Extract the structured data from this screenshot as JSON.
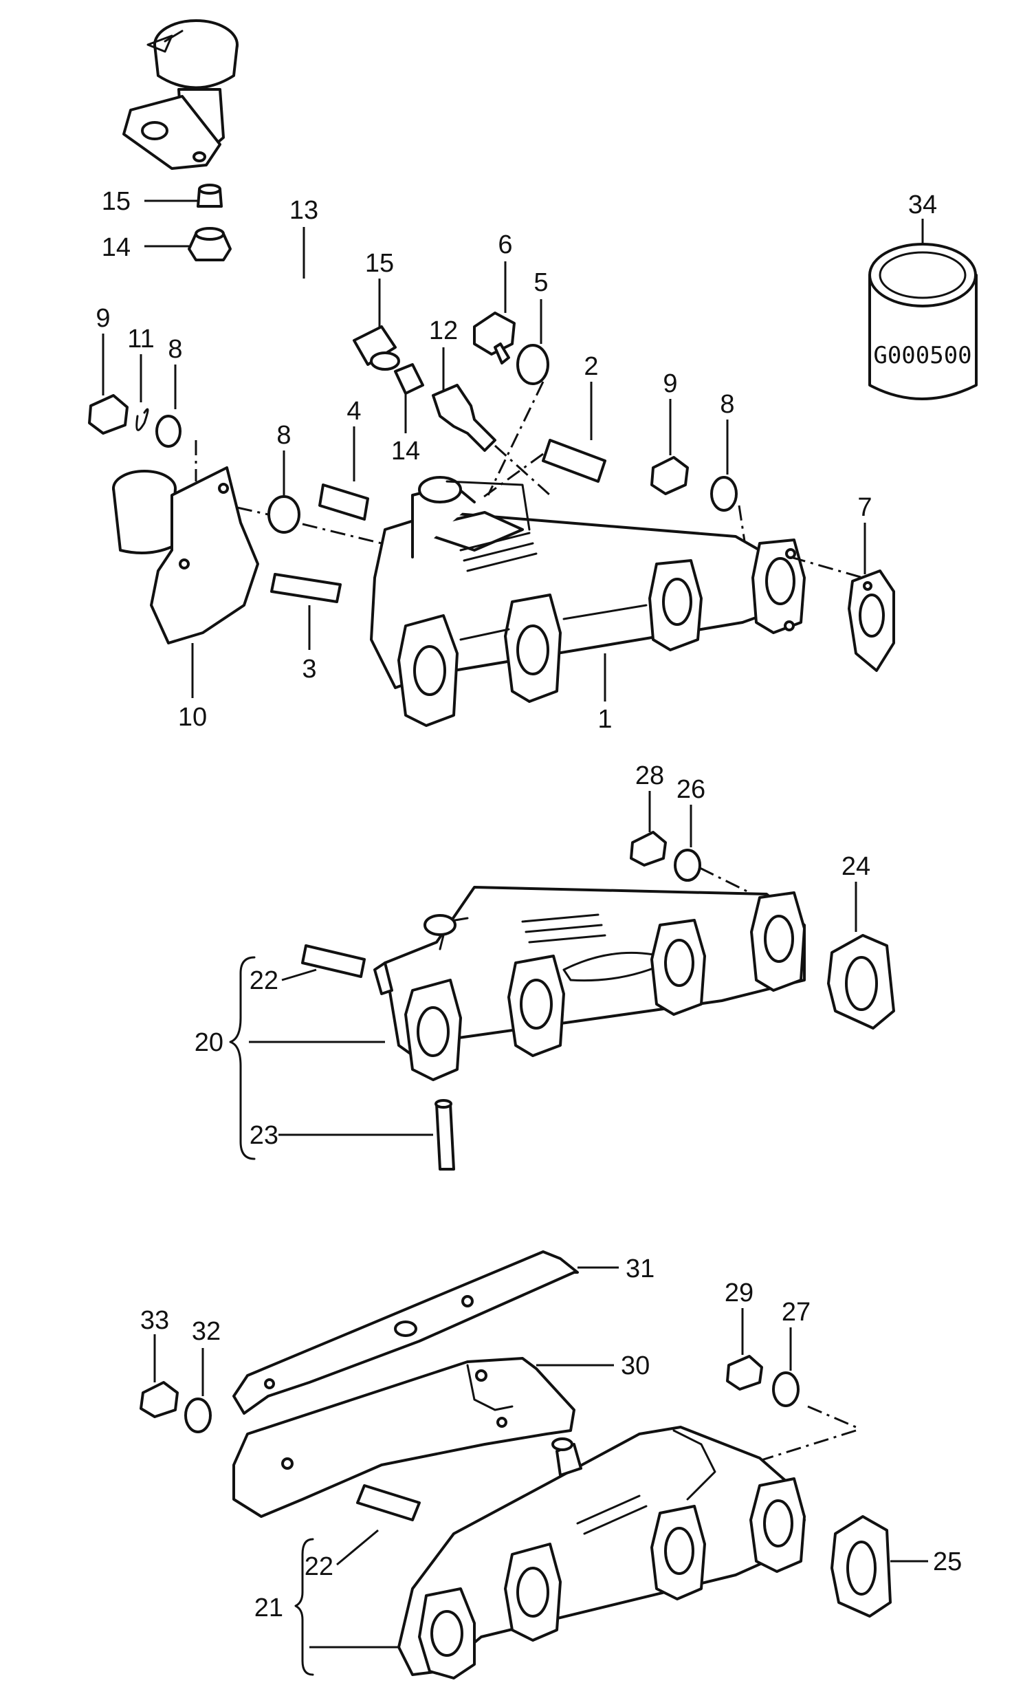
{
  "callouts": {
    "c1": "1",
    "c2": "2",
    "c3": "3",
    "c4": "4",
    "c5": "5",
    "c6": "6",
    "c7": "7",
    "c8a": "8",
    "c8b": "8",
    "c8c": "8",
    "c9a": "9",
    "c9b": "9",
    "c10": "10",
    "c11": "11",
    "c12": "12",
    "c13": "13",
    "c14a": "14",
    "c14b": "14",
    "c15a": "15",
    "c15b": "15",
    "c20": "20",
    "c21": "21",
    "c22a": "22",
    "c22b": "22",
    "c23": "23",
    "c24": "24",
    "c25": "25",
    "c26": "26",
    "c27": "27",
    "c28": "28",
    "c29": "29",
    "c30": "30",
    "c31": "31",
    "c32": "32",
    "c33": "33",
    "c34": "34"
  },
  "box_code": "G000500",
  "colors": {
    "line": "#111111",
    "background": "#ffffff"
  }
}
